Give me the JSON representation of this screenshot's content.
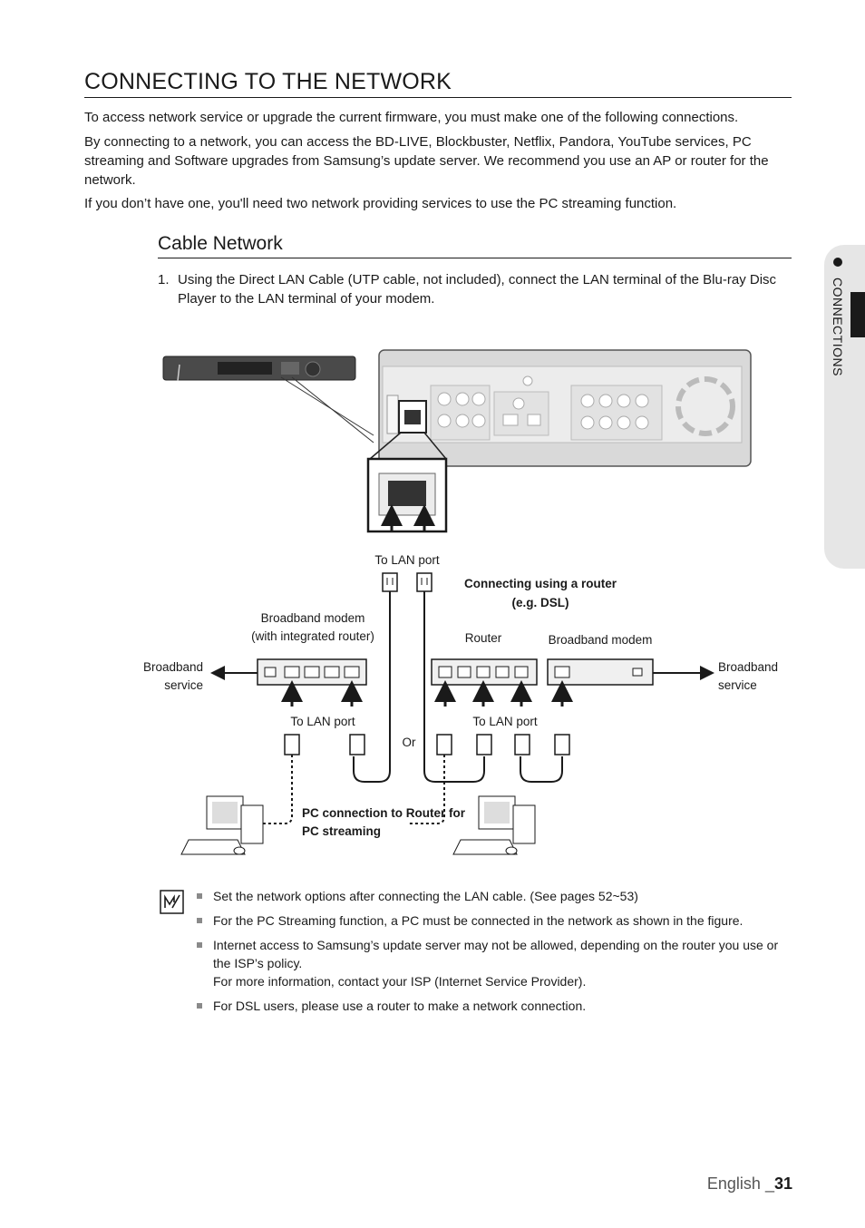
{
  "page": {
    "title": "CONNECTING TO THE NETWORK",
    "intro": [
      "To access network service or upgrade the current firmware, you must make one of the following connections.",
      "By connecting to a network, you can access the BD-LIVE, Blockbuster, Netflix, Pandora, YouTube services, PC streaming and Software upgrades from Samsung’s update server. We recommend you use an AP or router for the network.",
      "If you don’t have one, you'll need two network providing services to use the PC streaming function."
    ],
    "section_title": "Cable Network",
    "step": {
      "number": "1.",
      "text": "Using the Direct LAN Cable (UTP cable, not included), connect the LAN terminal of the Blu-ray Disc Player to the LAN terminal of your modem."
    },
    "side_tab": "CONNECTIONS"
  },
  "diagram": {
    "to_lan_port_top": "To LAN port",
    "router_heading": "Connecting using a router",
    "router_heading_sub": "(e.g. DSL)",
    "modem_integrated": "Broadband modem",
    "modem_integrated_sub": "(with integrated router)",
    "router_label": "Router",
    "broadband_modem": "Broadband modem",
    "broadband_left_1": "Broadband",
    "broadband_left_2": "service",
    "broadband_right_1": "Broadband",
    "broadband_right_2": "service",
    "to_lan_port_left": "To LAN port",
    "to_lan_port_right": "To LAN port",
    "or_label": "Or",
    "pc_connection_1": "PC connection to Router for",
    "pc_connection_2": "PC streaming"
  },
  "notes": [
    "Set the network options after connecting the LAN cable. (See pages 52~53)",
    "For the PC Streaming function, a PC must be connected in the network as shown in the figure.",
    "Internet access to Samsung’s update server may not be allowed, depending on the router you use or the ISP’s policy.",
    "For more information, contact your ISP (Internet Service Provider).",
    "For DSL users, please use a router to make a network connection."
  ],
  "footer": {
    "language": "English _",
    "page_number": "31"
  }
}
